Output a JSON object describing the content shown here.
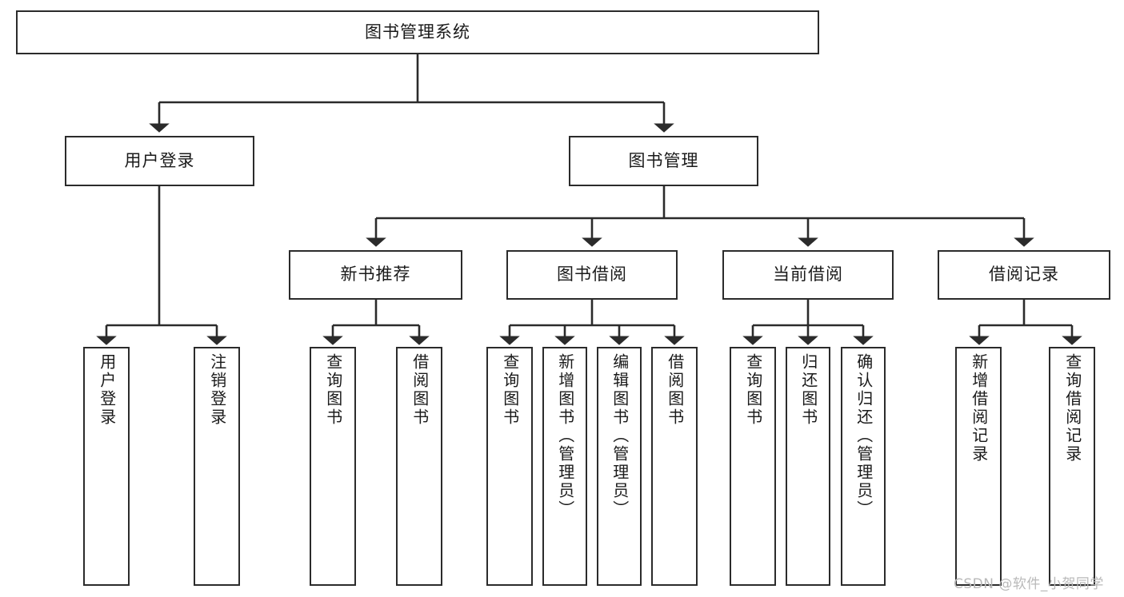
{
  "diagram": {
    "title": "图书管理系统",
    "type": "tree-hierarchy",
    "root": {
      "id": "root",
      "label": "图书管理系统",
      "orientation": "horizontal"
    },
    "level2": [
      {
        "id": "user-login",
        "label": "用户登录",
        "orientation": "horizontal"
      },
      {
        "id": "book-manage",
        "label": "图书管理",
        "orientation": "horizontal"
      }
    ],
    "level3": [
      {
        "id": "new-book-recommend",
        "label": "新书推荐",
        "orientation": "horizontal",
        "parent": "book-manage"
      },
      {
        "id": "book-borrow",
        "label": "图书借阅",
        "orientation": "horizontal",
        "parent": "book-manage"
      },
      {
        "id": "current-borrow",
        "label": "当前借阅",
        "orientation": "horizontal",
        "parent": "book-manage"
      },
      {
        "id": "borrow-record",
        "label": "借阅记录",
        "orientation": "horizontal",
        "parent": "book-manage"
      }
    ],
    "leaves": [
      {
        "id": "leaf-user-login",
        "label": "用户登录",
        "parent": "user-login"
      },
      {
        "id": "leaf-logout",
        "label": "注销登录",
        "parent": "user-login"
      },
      {
        "id": "leaf-query-book-1",
        "label": "查询图书",
        "parent": "new-book-recommend"
      },
      {
        "id": "leaf-borrow-book-1",
        "label": "借阅图书",
        "parent": "new-book-recommend"
      },
      {
        "id": "leaf-query-book-2",
        "label": "查询图书",
        "parent": "book-borrow"
      },
      {
        "id": "leaf-add-book",
        "label": "新增图书（管理员）",
        "parent": "book-borrow"
      },
      {
        "id": "leaf-edit-book",
        "label": "编辑图书（管理员）",
        "parent": "book-borrow"
      },
      {
        "id": "leaf-borrow-book-2",
        "label": "借阅图书",
        "parent": "book-borrow"
      },
      {
        "id": "leaf-query-book-3",
        "label": "查询图书",
        "parent": "current-borrow"
      },
      {
        "id": "leaf-return-book",
        "label": "归还图书",
        "parent": "current-borrow"
      },
      {
        "id": "leaf-confirm-return",
        "label": "确认归还（管理员）",
        "parent": "current-borrow"
      },
      {
        "id": "leaf-add-record",
        "label": "新增借阅记录",
        "parent": "borrow-record"
      },
      {
        "id": "leaf-query-record",
        "label": "查询借阅记录",
        "parent": "borrow-record"
      }
    ]
  },
  "watermark": {
    "text": "CSDN @软件_小贺同学"
  },
  "colors": {
    "border": "#2b2b2b",
    "background": "#ffffff",
    "text": "#1a1a1a",
    "watermark": "#b9b9b9"
  }
}
